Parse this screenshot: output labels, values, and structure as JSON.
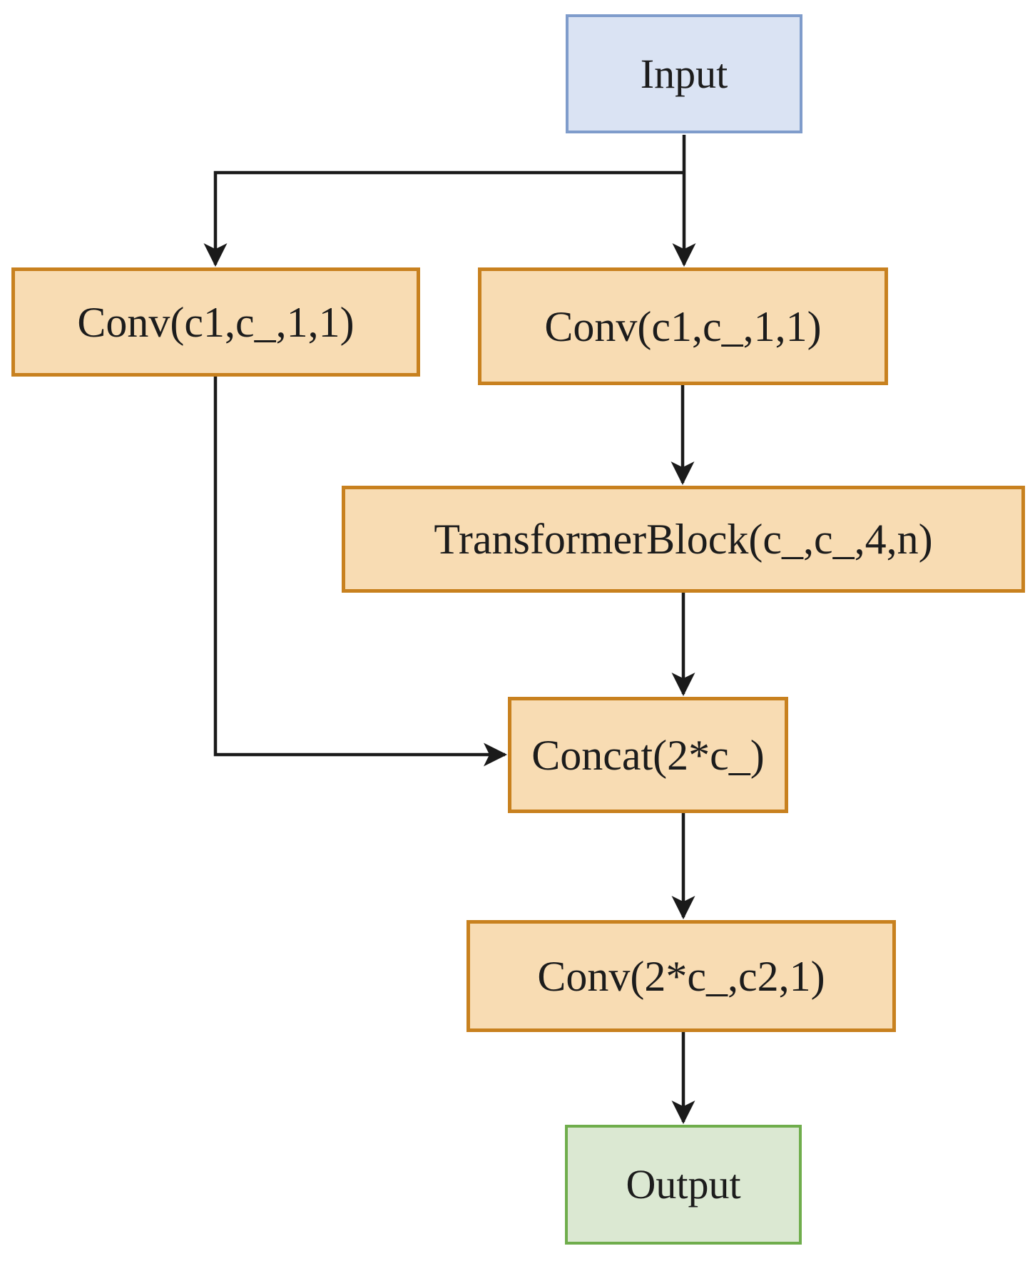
{
  "diagram": {
    "nodes": {
      "input": {
        "label": "Input",
        "type": "io"
      },
      "conv_left": {
        "label": "Conv(c1,c_,1,1)",
        "type": "process"
      },
      "conv_right": {
        "label": "Conv(c1,c_,1,1)",
        "type": "process"
      },
      "transformer": {
        "label": "TransformerBlock(c_,c_,4,n)",
        "type": "process"
      },
      "concat": {
        "label": "Concat(2*c_)",
        "type": "process"
      },
      "conv_out": {
        "label": "Conv(2*c_,c2,1)",
        "type": "process"
      },
      "output": {
        "label": "Output",
        "type": "io"
      }
    },
    "edges": [
      {
        "from": "input",
        "to": "conv_right"
      },
      {
        "from": "input",
        "to": "conv_left"
      },
      {
        "from": "conv_right",
        "to": "transformer"
      },
      {
        "from": "transformer",
        "to": "concat"
      },
      {
        "from": "conv_left",
        "to": "concat"
      },
      {
        "from": "concat",
        "to": "conv_out"
      },
      {
        "from": "conv_out",
        "to": "output"
      }
    ],
    "colors": {
      "input_fill": "#dae3f3",
      "input_border": "#7f9ccb",
      "process_fill": "#f8dcb3",
      "process_border": "#c8811f",
      "output_fill": "#dbe8d2",
      "output_border": "#6fad4c",
      "arrow_color": "#1a1a1a"
    }
  }
}
